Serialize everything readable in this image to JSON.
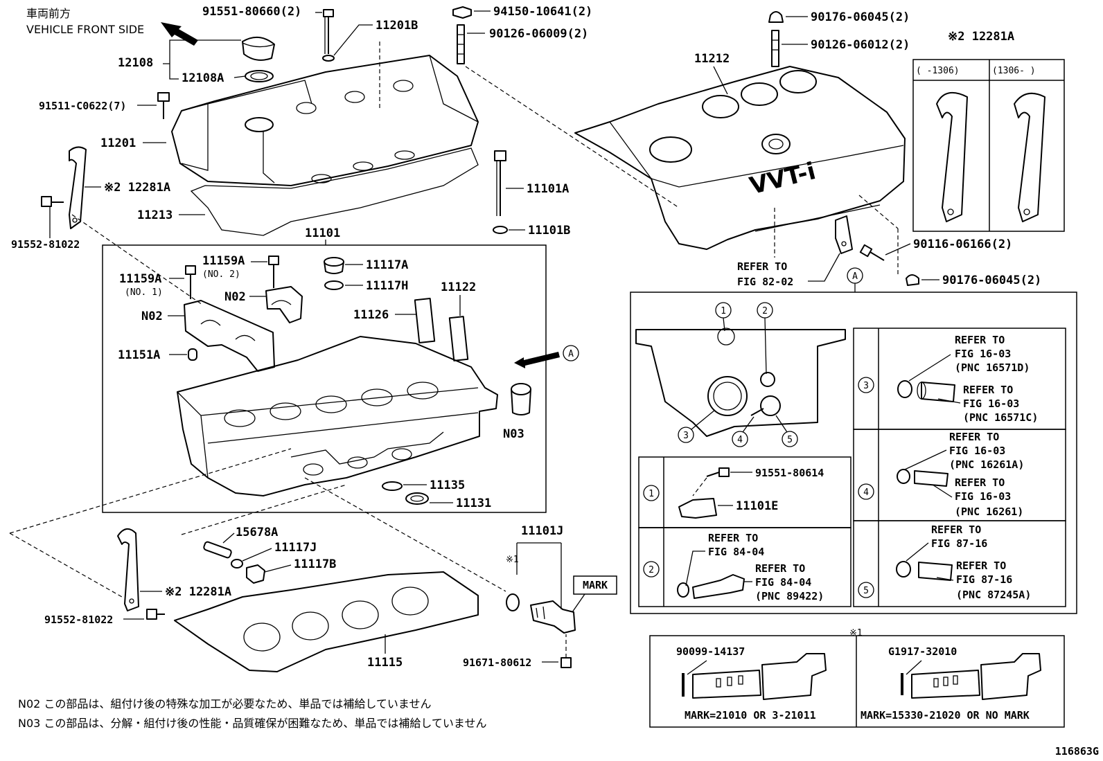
{
  "header": {
    "front_jp": "車両前方",
    "front_en": "VEHICLE FRONT SIDE"
  },
  "labels": {
    "p_91551_80660": "91551-80660(2)",
    "p_12108": "12108",
    "p_12108A": "12108A",
    "p_91511_C0622": "91511-C0622(7)",
    "p_11201": "11201",
    "p_12281A_left": "※2 12281A",
    "p_91552_81022_top": "91552-81022",
    "p_11213": "11213",
    "p_11201B": "11201B",
    "p_94150": "94150-10641(2)",
    "p_90126_06009": "90126-06009(2)",
    "p_11101A": "11101A",
    "p_11101B": "11101B",
    "p_11101": "11101",
    "p_11159A_no2": "11159A",
    "p_no2_note": "(NO. 2)",
    "p_11159A_no1": "11159A",
    "p_no1_note": "(NO. 1)",
    "p_N02_a": "N02",
    "p_N02_b": "N02",
    "p_11117A": "11117A",
    "p_11117H": "11117H",
    "p_11126": "11126",
    "p_11122": "11122",
    "p_11151A": "11151A",
    "p_A_arrow": "A",
    "p_N03": "N03",
    "p_11135": "11135",
    "p_11131": "11131",
    "p_15678A": "15678A",
    "p_11117J": "11117J",
    "p_11117B": "11117B",
    "p_12281A_bottom": "※2 12281A",
    "p_91552_81022_bottom": "91552-81022",
    "p_11115": "11115",
    "p_11101J": "11101J",
    "p_x1": "※1",
    "p_mark": "MARK",
    "p_91671": "91671-80612",
    "p_90176_top": "90176-06045(2)",
    "p_90126_06012": "90126-06012(2)",
    "p_11212": "11212",
    "p_12281A_box": "※2 12281A",
    "p_range_1": "(      -1306)",
    "p_range_2": "(1306-      )",
    "p_90116": "90116-06166(2)",
    "p_90176_bottom": "90176-06045(2)",
    "p_refer_82_1": "REFER TO",
    "p_refer_82_2": "FIG 82-02",
    "p_A_circle": "A",
    "p_cover_logo": "VVT-i"
  },
  "detail_a": {
    "callouts": [
      "1",
      "2",
      "3",
      "4",
      "5"
    ],
    "row1_part_a": "91551-80614",
    "row1_part_b": "11101E",
    "row2_refer_a1": "REFER TO",
    "row2_refer_a2": "FIG 84-04",
    "row2_refer_b1": "REFER TO",
    "row2_refer_b2": "FIG 84-04",
    "row2_refer_b3": "(PNC 89422)",
    "row3_a1": "REFER TO",
    "row3_a2": "FIG 16-03",
    "row3_a3": "(PNC 16571D)",
    "row3_b1": "REFER TO",
    "row3_b2": "FIG 16-03",
    "row3_b3": "(PNC 16571C)",
    "row4_a1": "REFER TO",
    "row4_a2": "FIG 16-03",
    "row4_a3": "(PNC 16261A)",
    "row4_b1": "REFER TO",
    "row4_b2": "FIG 16-03",
    "row4_b3": "(PNC 16261)",
    "row5_a1": "REFER TO",
    "row5_a2": "FIG 87-16",
    "row5_b1": "REFER TO",
    "row5_b2": "FIG 87-16",
    "row5_b3": "(PNC 87245A)"
  },
  "valve_box": {
    "title": "※1",
    "left_part": "90099-14137",
    "left_mark": "MARK=21010 OR 3-21011",
    "right_part": "G1917-32010",
    "right_mark": "MARK=15330-21020 OR NO MARK"
  },
  "notes": {
    "n02": "N02  この部品は、組付け後の特殊な加工が必要なため、単品では補給していません",
    "n03": "N03  この部品は、分解・組付け後の性能・品質確保が困難なため、単品では補給していません"
  },
  "figure_id": "116863G"
}
